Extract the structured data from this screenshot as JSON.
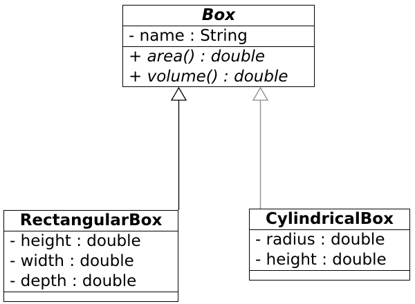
{
  "diagram_type": "uml-class-diagram",
  "classes": [
    {
      "name": "Box",
      "abstract": true,
      "attributes": [
        "- name : String"
      ],
      "operations": [
        "+ area() : double",
        "+ volume() : double"
      ]
    },
    {
      "name": "RectangularBox",
      "abstract": false,
      "attributes": [
        "- height : double",
        "- width : double",
        "- depth : double"
      ],
      "operations": []
    },
    {
      "name": "CylindricalBox",
      "abstract": false,
      "attributes": [
        "- radius : double",
        "- height : double"
      ],
      "operations": []
    }
  ],
  "relationships": [
    {
      "type": "generalization",
      "from": "RectangularBox",
      "to": "Box",
      "color": "#000000"
    },
    {
      "type": "generalization",
      "from": "CylindricalBox",
      "to": "Box",
      "color": "#888888"
    }
  ],
  "colors": {
    "line": "#000000",
    "inheritance_secondary": "#888888",
    "background": "#ffffff"
  }
}
